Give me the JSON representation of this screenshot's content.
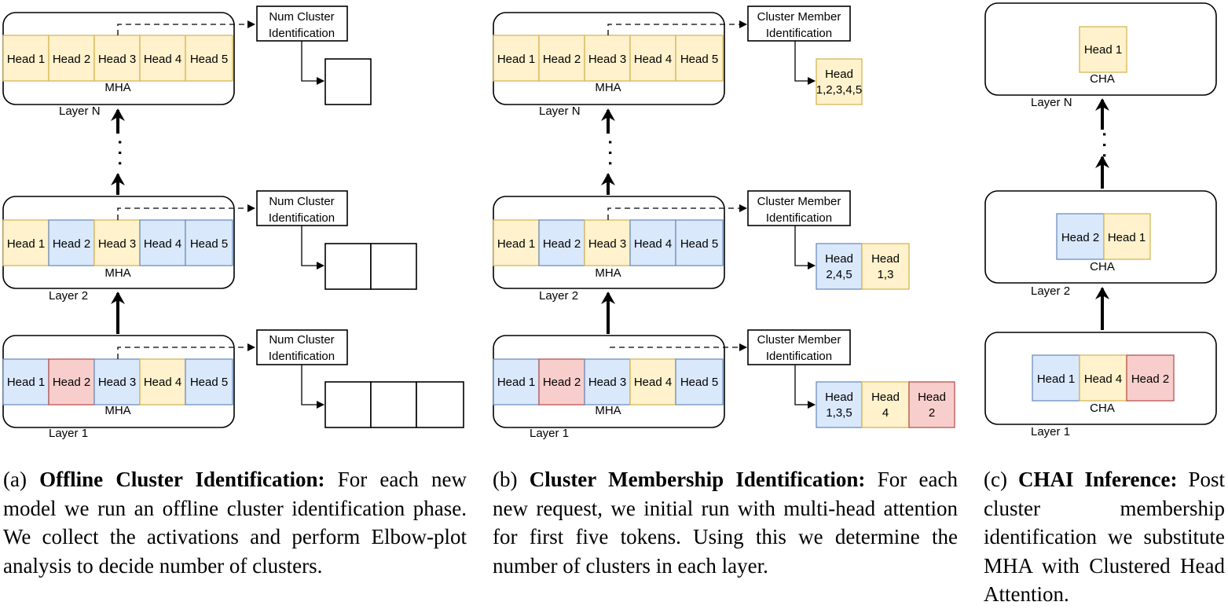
{
  "labels": {
    "head1": "Head 1",
    "head2": "Head 2",
    "head3": "Head 3",
    "head4": "Head 4",
    "head5": "Head 5",
    "mha": "MHA",
    "cha": "CHA",
    "layer_n": "Layer N",
    "layer_2": "Layer 2",
    "layer_1": "Layer 1",
    "num_cluster_l1": "Num Cluster",
    "num_cluster_l2": "Identification",
    "member_l1": "Cluster Member",
    "member_l2": "Identification",
    "dots": "· · ·"
  },
  "cluster_labels": {
    "layer_n_all": [
      "Head",
      "1,2,3,4,5"
    ],
    "layer_2_a": [
      "Head",
      "2,4,5"
    ],
    "layer_2_b": [
      "Head",
      "1,3"
    ],
    "layer_1_a": [
      "Head",
      "1,3,5"
    ],
    "layer_1_b": [
      "Head",
      "4"
    ],
    "layer_1_c": [
      "Head",
      "2"
    ]
  },
  "colors": {
    "yellow_fill": "#fff2cc",
    "yellow_stroke": "#d6b656",
    "blue_fill": "#dae8fc",
    "blue_stroke": "#6c8ebf",
    "red_fill": "#f8cecc",
    "red_stroke": "#b85450"
  },
  "captions": {
    "a_label": "(a)",
    "a_title": "Offline Cluster Identification:",
    "a_body": "For each new model we run an offline cluster identification phase. We collect the activations and perform Elbow-plot analysis to decide number of clusters.",
    "b_label": "(b)",
    "b_title": "Cluster Membership Identification:",
    "b_body": "For each new request, we initial run with multi-head attention for first five tokens. Using this we determine the number of clusters in each layer.",
    "c_label": "(c)",
    "c_title": "CHAI Inference:",
    "c_body": "Post cluster membership identification we substitute MHA with Clustered Head Attention."
  }
}
